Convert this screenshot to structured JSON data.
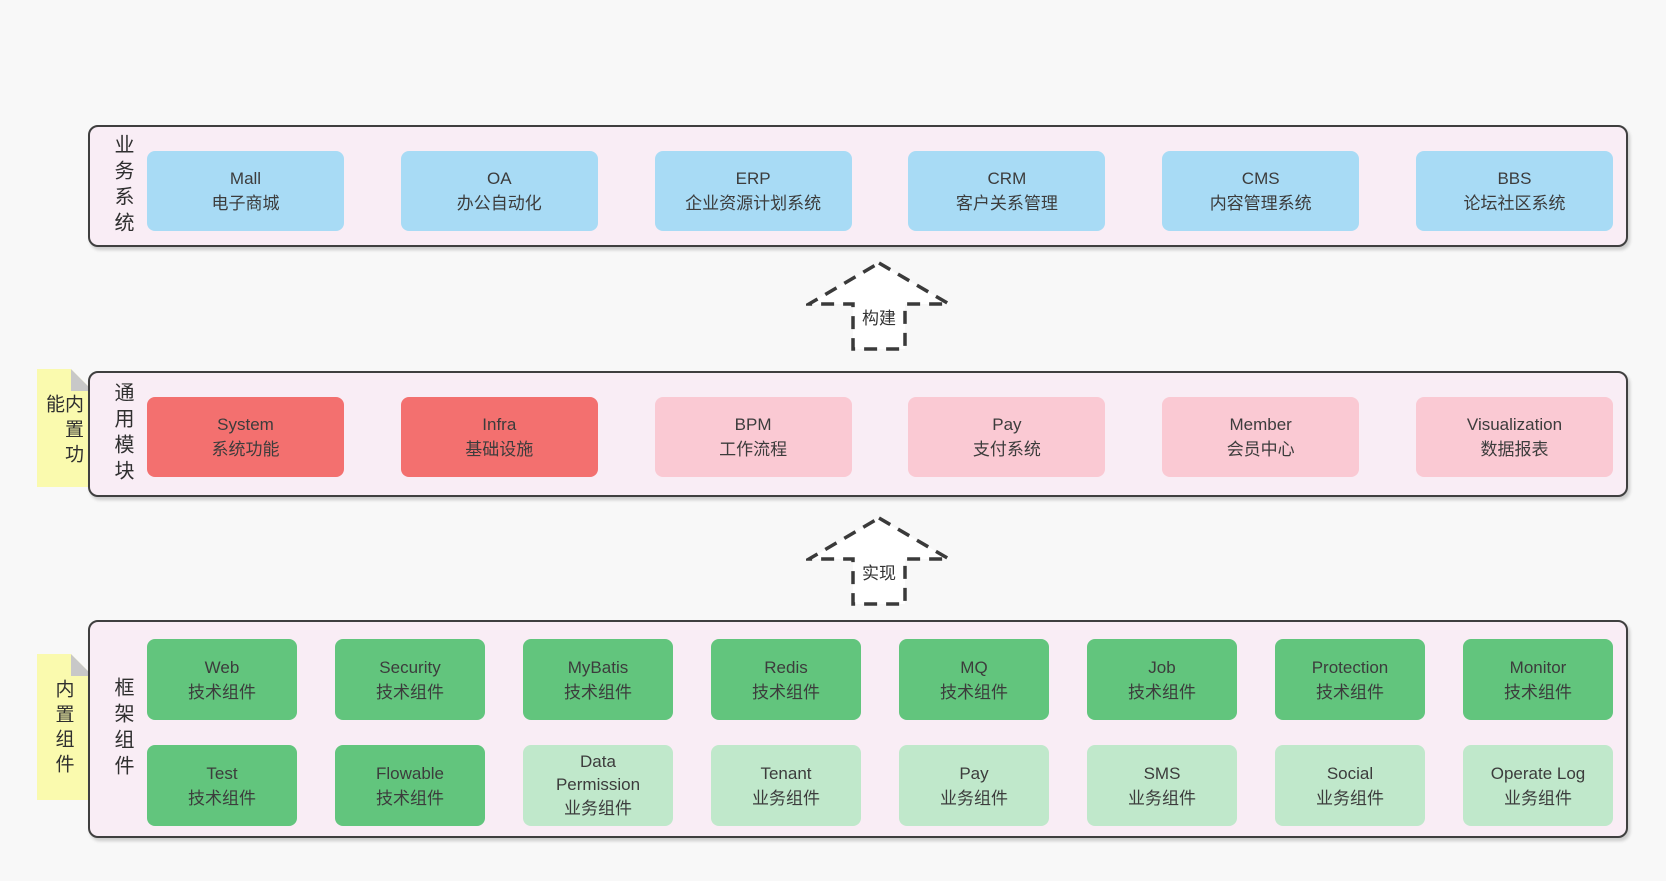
{
  "colors": {
    "page_bg": "#f8f8f8",
    "panel_bg": "#f9edf5",
    "panel_border": "#3f3f3f",
    "blue": "#a8dbf5",
    "red": "#f3706f",
    "pink": "#fac9d3",
    "green": "#62c57d",
    "green_light": "#c0e8cb",
    "yellow": "#fafaae",
    "fold": "#c8c8c8",
    "dash": "#3a3a3a",
    "text": "#3c3c3c"
  },
  "arrows": [
    {
      "label": "构建"
    },
    {
      "label": "实现"
    }
  ],
  "layers": [
    {
      "label": "业务系统",
      "boxes": [
        {
          "name": "Mall",
          "desc": "电子商城"
        },
        {
          "name": "OA",
          "desc": "办公自动化"
        },
        {
          "name": "ERP",
          "desc": "企业资源计划系统"
        },
        {
          "name": "CRM",
          "desc": "客户关系管理"
        },
        {
          "name": "CMS",
          "desc": "内容管理系统"
        },
        {
          "name": "BBS",
          "desc": "论坛社区系统"
        }
      ]
    },
    {
      "label": "通用模块",
      "note": "内置功能",
      "boxes": [
        {
          "name": "System",
          "desc": "系统功能"
        },
        {
          "name": "Infra",
          "desc": "基础设施"
        },
        {
          "name": "BPM",
          "desc": "工作流程"
        },
        {
          "name": "Pay",
          "desc": "支付系统"
        },
        {
          "name": "Member",
          "desc": "会员中心"
        },
        {
          "name": "Visualization",
          "desc": "数据报表"
        }
      ]
    },
    {
      "label": "框架组件",
      "note": "内置组件",
      "row1": [
        {
          "name": "Web",
          "desc": "技术组件"
        },
        {
          "name": "Security",
          "desc": "技术组件"
        },
        {
          "name": "MyBatis",
          "desc": "技术组件"
        },
        {
          "name": "Redis",
          "desc": "技术组件"
        },
        {
          "name": "MQ",
          "desc": "技术组件"
        },
        {
          "name": "Job",
          "desc": "技术组件"
        },
        {
          "name": "Protection",
          "desc": "技术组件"
        },
        {
          "name": "Monitor",
          "desc": "技术组件"
        }
      ],
      "row2": [
        {
          "name": "Test",
          "desc": "技术组件"
        },
        {
          "name": "Flowable",
          "desc": "技术组件"
        },
        {
          "name": "Data Permission",
          "desc": "业务组件"
        },
        {
          "name": "Tenant",
          "desc": "业务组件"
        },
        {
          "name": "Pay",
          "desc": "业务组件"
        },
        {
          "name": "SMS",
          "desc": "业务组件"
        },
        {
          "name": "Social",
          "desc": "业务组件"
        },
        {
          "name": "Operate Log",
          "desc": "业务组件"
        }
      ]
    }
  ]
}
